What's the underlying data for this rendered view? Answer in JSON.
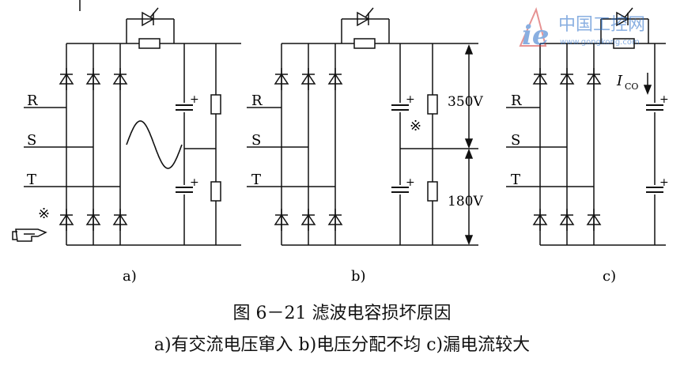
{
  "panels": {
    "a": {
      "label": "a)",
      "phases": [
        "R",
        "S",
        "T"
      ],
      "fault_mark": "※"
    },
    "b": {
      "label": "b)",
      "phases": [
        "R",
        "S",
        "T"
      ],
      "fault_mark": "※",
      "upper_voltage": "350V",
      "lower_voltage": "180V"
    },
    "c": {
      "label": "c)",
      "phases": [
        "R",
        "S",
        "T"
      ],
      "current_label": "I",
      "current_sub": "CO"
    }
  },
  "caption": {
    "title": "图 6－21 滤波电容损坏原因",
    "subtitle": "a)有交流电压窜入 b)电压分配不均 c)漏电流较大"
  },
  "watermark": {
    "logo": "ie",
    "site": "中国工控网",
    "url": "www.gongkong.com"
  },
  "colors": {
    "line": "#111111",
    "watermark_blue": "#2a6fc9",
    "watermark_red": "#d23a3a"
  }
}
